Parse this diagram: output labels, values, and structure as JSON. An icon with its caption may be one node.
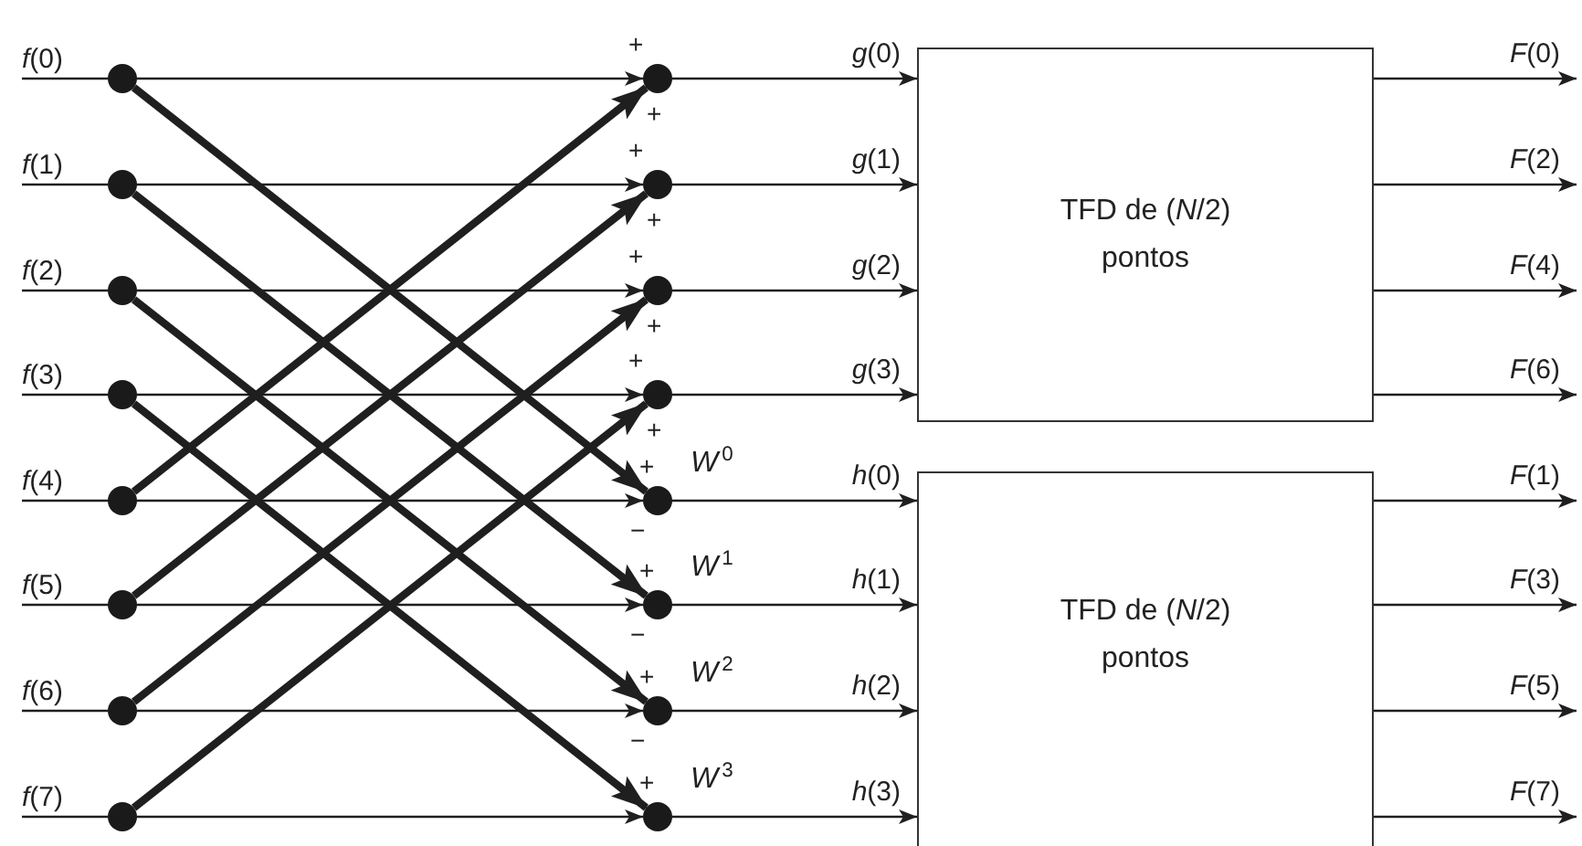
{
  "diagram": {
    "nodes": [
      {
        "text": [
          "*f*(0)"
        ]
      },
      {
        "text": [
          "*f*(1)"
        ]
      },
      {
        "text": [
          "*f*(2)"
        ]
      },
      {
        "text": [
          "*f*(3)"
        ]
      },
      {
        "text": [
          "*f*(4)"
        ]
      },
      {
        "text": [
          "*f*(5)"
        ]
      },
      {
        "text": [
          "*f*(6)"
        ]
      },
      {
        "text": [
          "*f*(7)"
        ]
      },
      {
        "text": [],
        "shape": "circle"
      },
      {
        "text": [],
        "shape": "circle"
      },
      {
        "text": [],
        "shape": "circle"
      },
      {
        "text": [],
        "shape": "circle"
      },
      {
        "text": [],
        "shape": "circle"
      },
      {
        "text": [],
        "shape": "circle"
      },
      {
        "text": [],
        "shape": "circle"
      },
      {
        "text": [],
        "shape": "circle"
      },
      {
        "text": [],
        "shape": "circle"
      },
      {
        "text": [],
        "shape": "circle"
      },
      {
        "text": [],
        "shape": "circle"
      },
      {
        "text": [],
        "shape": "circle"
      },
      {
        "text": [],
        "shape": "circle"
      },
      {
        "text": [],
        "shape": "circle"
      },
      {
        "text": [],
        "shape": "circle"
      },
      {
        "text": [],
        "shape": "circle"
      },
      {
        "text": [
          "TFD de (*N*/2) pontos"
        ]
      },
      {
        "text": [
          "TFD de (*N*/2) pontos"
        ]
      }
    ],
    "edges": [
      {
        "from": 0,
        "to": 8,
        "arrow": "none"
      },
      {
        "from": 1,
        "to": 9,
        "arrow": "none"
      },
      {
        "from": 2,
        "to": 10,
        "arrow": "none"
      },
      {
        "from": 3,
        "to": 11,
        "arrow": "none"
      },
      {
        "from": 4,
        "to": 12,
        "arrow": "none"
      },
      {
        "from": 5,
        "to": 13,
        "arrow": "none"
      },
      {
        "from": 6,
        "to": 14,
        "arrow": "none"
      },
      {
        "from": 7,
        "to": 15,
        "arrow": "none"
      },
      {
        "from": 8,
        "to": 16,
        "arrow": "to"
      },
      {
        "from": 9,
        "to": 17,
        "arrow": "to"
      },
      {
        "from": 10,
        "to": 18,
        "arrow": "to"
      },
      {
        "from": 11,
        "to": 19,
        "arrow": "to"
      },
      {
        "from": 12,
        "to": 20,
        "arrow": "to"
      },
      {
        "from": 13,
        "to": 21,
        "arrow": "to"
      },
      {
        "from": 14,
        "to": 22,
        "arrow": "to"
      },
      {
        "from": 15,
        "to": 23,
        "arrow": "to"
      },
      {
        "from": 8,
        "to": 20,
        "arrow": "to",
        "style": "thick"
      },
      {
        "from": 9,
        "to": 21,
        "arrow": "to",
        "style": "thick"
      },
      {
        "from": 10,
        "to": 22,
        "arrow": "to",
        "style": "thick"
      },
      {
        "from": 11,
        "to": 23,
        "arrow": "to",
        "style": "thick"
      },
      {
        "from": 12,
        "to": 16,
        "arrow": "to",
        "style": "thick"
      },
      {
        "from": 13,
        "to": 17,
        "arrow": "to",
        "style": "thick"
      },
      {
        "from": 14,
        "to": 18,
        "arrow": "to",
        "style": "thick"
      },
      {
        "from": 15,
        "to": 19,
        "arrow": "to",
        "style": "thick"
      },
      {
        "from": 16,
        "to": 24,
        "arrow": "to",
        "label": "*g*(0)"
      },
      {
        "from": 17,
        "to": 24,
        "arrow": "to",
        "label": "*g*(1)"
      },
      {
        "from": 18,
        "to": 24,
        "arrow": "to",
        "label": "*g*(2)"
      },
      {
        "from": 19,
        "to": 24,
        "arrow": "to",
        "label": "*g*(3)"
      },
      {
        "from": 20,
        "to": 25,
        "arrow": "to",
        "label": "*h*(0)"
      },
      {
        "from": 21,
        "to": 25,
        "arrow": "to",
        "label": "*h*(1)"
      },
      {
        "from": 22,
        "to": 25,
        "arrow": "to",
        "label": "*h*(2)"
      },
      {
        "from": 23,
        "to": 25,
        "arrow": "to",
        "label": "*h*(3)"
      },
      {
        "from": 24,
        "to": null,
        "arrow": "to",
        "label": "*F*(0)"
      },
      {
        "from": 24,
        "to": null,
        "arrow": "to",
        "label": "*F*(2)"
      },
      {
        "from": 24,
        "to": null,
        "arrow": "to",
        "label": "*F*(4)"
      },
      {
        "from": 24,
        "to": null,
        "arrow": "to",
        "label": "*F*(6)"
      },
      {
        "from": 25,
        "to": null,
        "arrow": "to",
        "label": "*F*(1)"
      },
      {
        "from": 25,
        "to": null,
        "arrow": "to",
        "label": "*F*(3)"
      },
      {
        "from": 25,
        "to": null,
        "arrow": "to",
        "label": "*F*(5)"
      },
      {
        "from": 25,
        "to": null,
        "arrow": "to",
        "label": "*F*(7)"
      }
    ],
    "labels": [
      "+",
      "+",
      "+",
      "+",
      "+",
      "+",
      "+",
      "+",
      "+",
      "*W*$^{0}$",
      "−",
      "+",
      "*W*$^{1}$",
      "−",
      "+",
      "*W*$^{2}$",
      "−",
      "+",
      "*W*$^{3}$"
    ]
  }
}
